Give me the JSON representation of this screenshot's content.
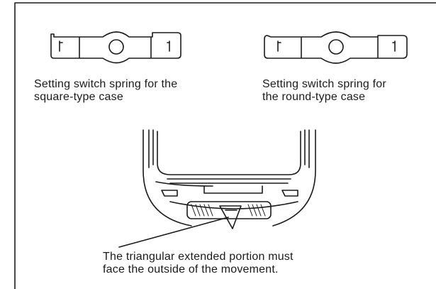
{
  "captions": {
    "square_spring": "Setting switch spring for the\nsquare-type case",
    "round_spring": "Setting switch spring for\nthe round-type case",
    "note": "The triangular extended portion must\nface the outside of the movement."
  }
}
